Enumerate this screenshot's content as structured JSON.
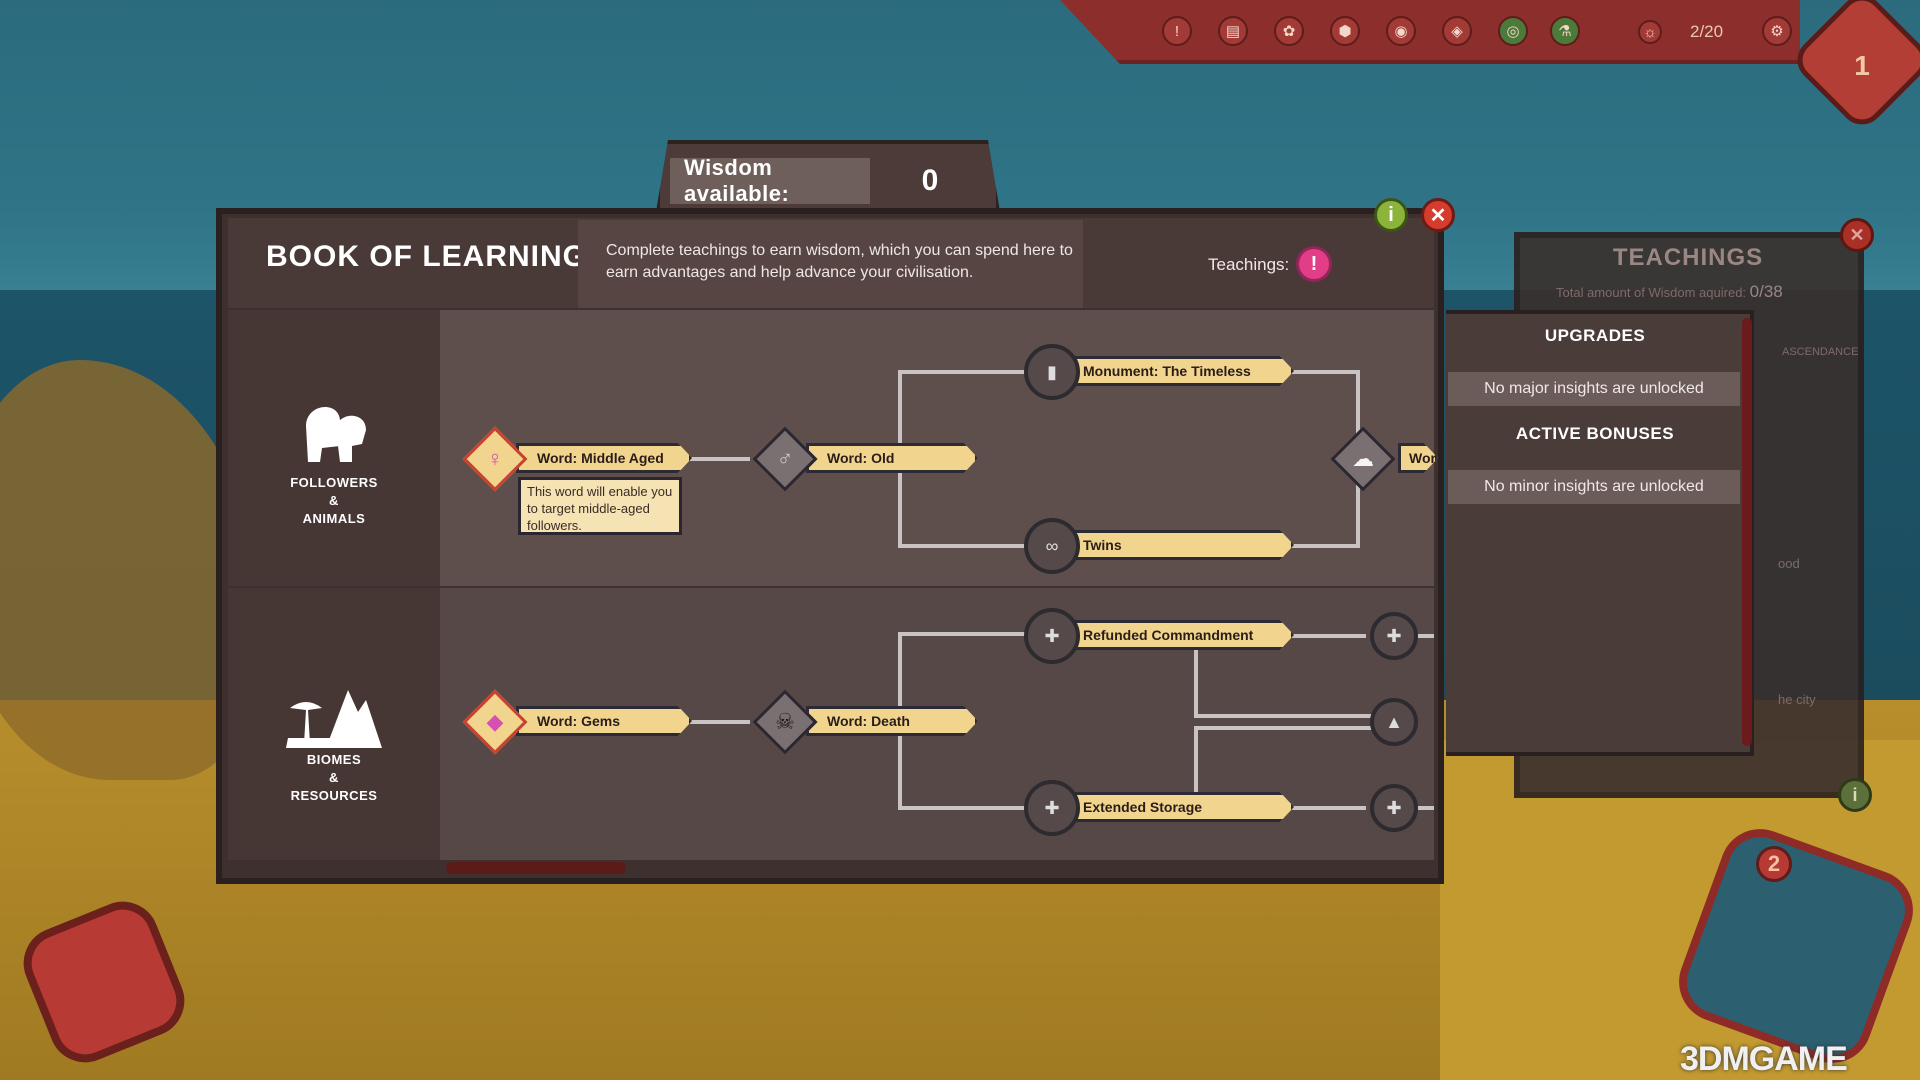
{
  "hud": {
    "population": "2/20",
    "turn": "1",
    "minimap_level": "2",
    "alert_badge": "1"
  },
  "wisdom": {
    "label": "Wisdom available:",
    "value": "0"
  },
  "book": {
    "title": "BOOK OF LEARNING",
    "description": "Complete teachings to earn wisdom, which you can spend here to earn advantages and help advance your civilisation.",
    "teachings_label": "Teachings:",
    "alert_glyph": "!",
    "info_glyph": "i",
    "close_glyph": "✕"
  },
  "categories": [
    {
      "label_line1": "FOLLOWERS",
      "label_line2": "&",
      "label_line3": "ANIMALS",
      "icon": "two-heads-icon"
    },
    {
      "label_line1": "BIOMES",
      "label_line2": "&",
      "label_line3": "RESOURCES",
      "icon": "trees-mountains-icon"
    }
  ],
  "nodes": {
    "middle_aged": "Word: Middle Aged",
    "old": "Word: Old",
    "monument": "Monument: The Timeless",
    "twins": "Twins",
    "wor_partial": "Wor",
    "gems": "Word: Gems",
    "death": "Word: Death",
    "refunded": "Refunded Commandment",
    "storage": "Extended Storage"
  },
  "tooltip": "This word will enable you to target middle-aged followers.",
  "upgrades": {
    "title": "UPGRADES",
    "major": "No major insights are unlocked",
    "bonuses_title": "ACTIVE BONUSES",
    "minor": "No minor insights are unlocked"
  },
  "teachings_panel": {
    "title": "TEACHINGS",
    "subtitle": "Total amount of Wisdom aquired:",
    "count": "0/38",
    "ascendance": "ASCENDANCE",
    "side_1": "ood",
    "side_2": "he city"
  },
  "watermark": "3DMGAME",
  "colors": {
    "card": "#f1d48e",
    "accent_red": "#8c2f2c",
    "alert_pink": "#e23d87",
    "info_green": "#8cb43a"
  }
}
